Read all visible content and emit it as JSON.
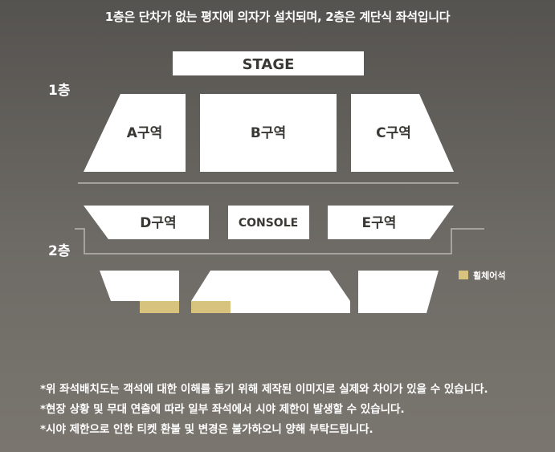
{
  "header": {
    "headline": "1층은 단차가 없는 평지에 의자가 설치되며, 2층은 계단식 좌석입니다"
  },
  "floors": {
    "floor1": "1층",
    "floor2": "2층"
  },
  "zones": {
    "stage": "STAGE",
    "a": "A구역",
    "b": "B구역",
    "c": "C구역",
    "d": "D구역",
    "console": "CONSOLE",
    "e": "E구역"
  },
  "legend": {
    "wheelchair_label": "휠체어석",
    "wheelchair_color": "#d7c37d"
  },
  "colors": {
    "section_fill": "#ffffff",
    "line_color": "#b9b5ae"
  },
  "notes": [
    "*위 좌석배치도는 객석에 대한 이해를 돕기 위해 제작된 이미지로 실제와 차이가 있을 수 있습니다.",
    "*현장 상황 및 무대 연출에 따라 일부 좌석에서 시야 제한이 발생할 수 있습니다.",
    "*시야 제한으로 인한 티켓 환불 및 변경은 불가하오니 양해 부탁드립니다."
  ]
}
